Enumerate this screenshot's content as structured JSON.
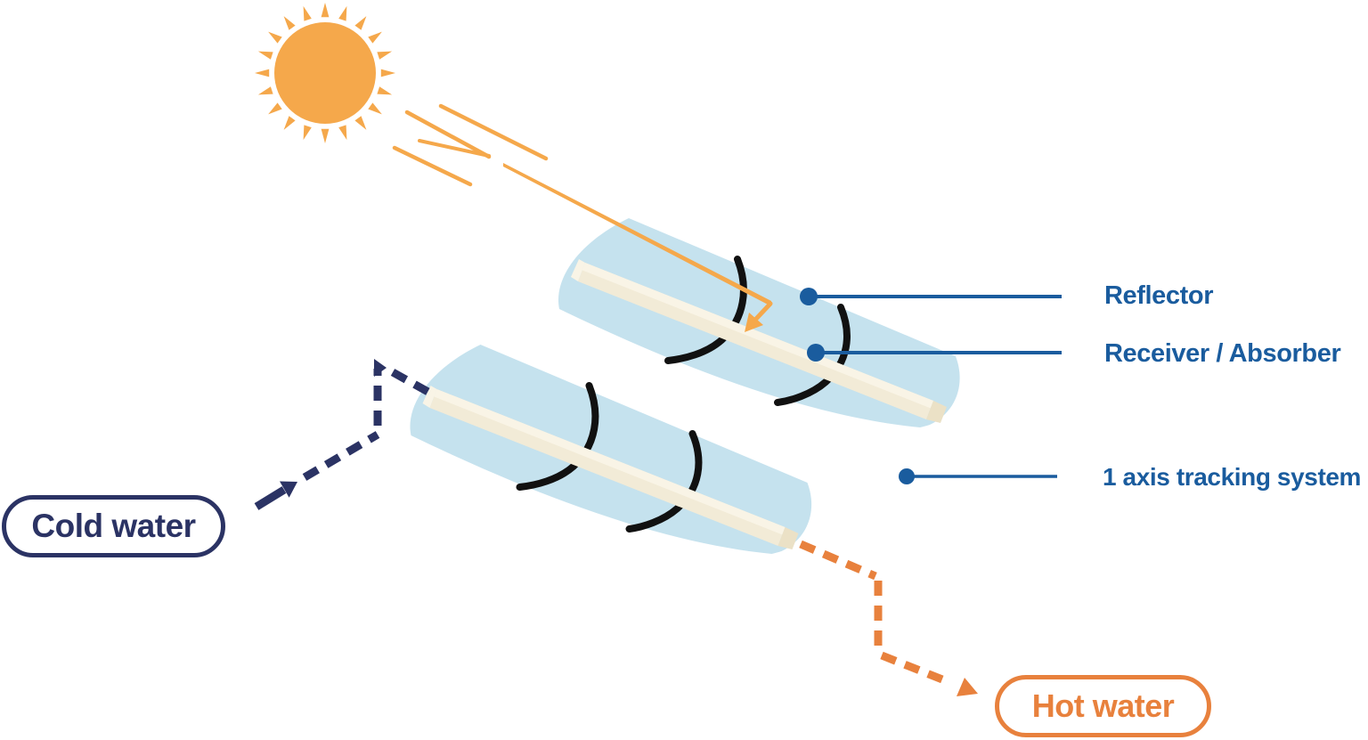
{
  "diagram": {
    "name": "parabolic-trough-solar-collector",
    "callouts": [
      {
        "id": "reflector",
        "label": "Reflector"
      },
      {
        "id": "receiver-absorber",
        "label": "Receiver / Absorber"
      },
      {
        "id": "tracking",
        "label": "1 axis tracking system"
      }
    ],
    "flow_badges": [
      {
        "id": "cold-water",
        "label": "Cold water"
      },
      {
        "id": "hot-water",
        "label": "Hot water"
      }
    ],
    "icons": [
      {
        "name": "sun-icon",
        "shape": "orange disc with 20 triangular ray spikes"
      },
      {
        "name": "sunbeam-arrow-icon",
        "shape": "orange ray bending onto receiver tube with arrowhead"
      },
      {
        "name": "cold-flow-arrow-icon",
        "shape": "navy dashed polyline with arrowheads into receiver inlet"
      },
      {
        "name": "hot-flow-arrow-icon",
        "shape": "orange dashed polyline with arrowhead toward hot water badge"
      }
    ]
  },
  "colors": {
    "background": "#FFFFFF",
    "sun": "#F5A84B",
    "beam": "#F5A84B",
    "panel": "#C5E2EE",
    "panel_seam": "#111111",
    "tube_front": "#F2EBD7",
    "tube_top": "#F9F4E6",
    "tube_cap": "#EBE1C6",
    "callout": "#1A5C9E",
    "cold": "#2B3364",
    "hot": "#E8813D"
  }
}
